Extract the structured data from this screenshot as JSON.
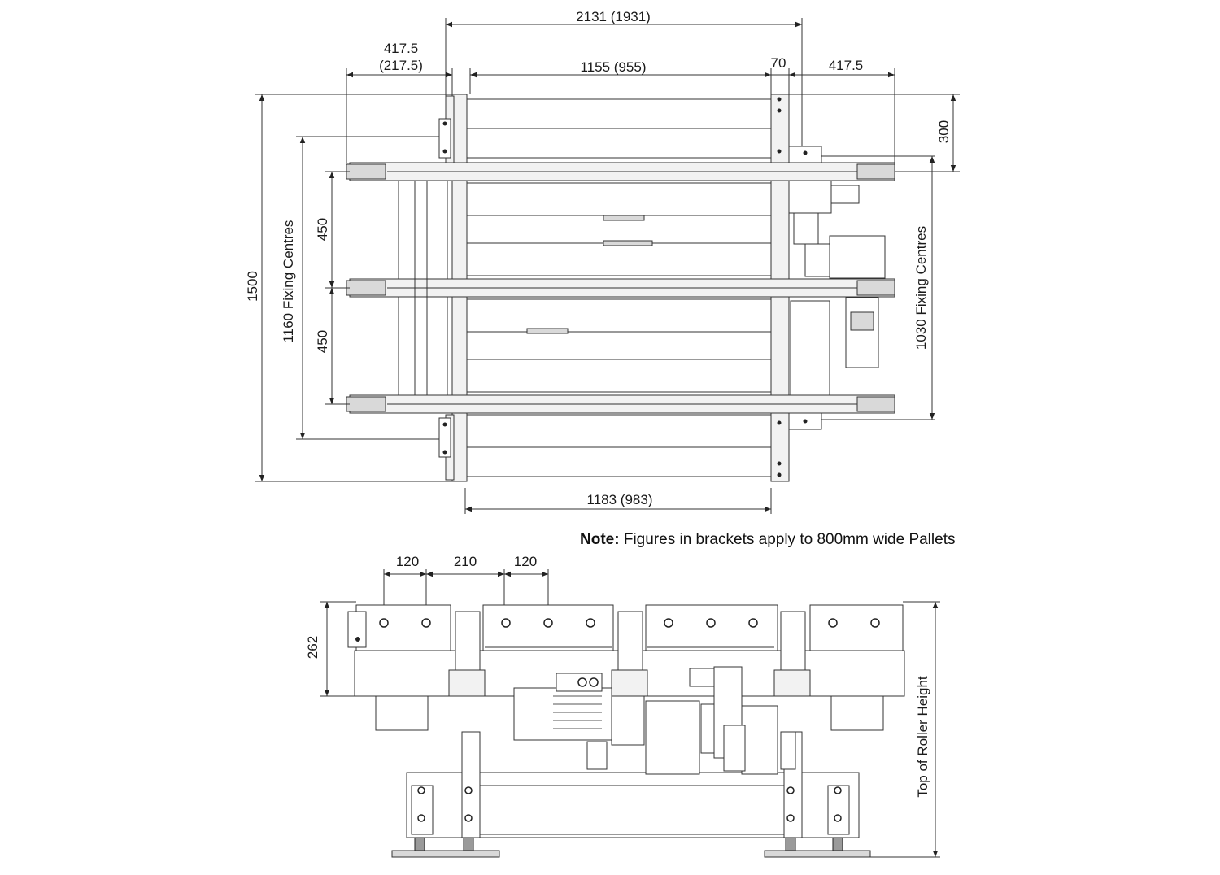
{
  "plan_dims": {
    "overall_width": "2131 (1931)",
    "left_offset_line1": "417.5",
    "left_offset_line2": "(217.5)",
    "inner_top": "1155 (955)",
    "channel_width": "70",
    "right_offset": "417.5",
    "right_height": "300",
    "overall_length": "1500",
    "left_fixing": "1160 Fixing Centres",
    "chain_pitch_upper": "450",
    "chain_pitch_lower": "450",
    "right_fixing": "1030 Fixing Centres",
    "bottom_width": "1183 (983)"
  },
  "note": {
    "label": "Note:",
    "text": " Figures in brackets apply to 800mm wide Pallets"
  },
  "elevation_dims": {
    "spacing_a": "120",
    "spacing_b": "210",
    "spacing_c": "120",
    "height": "262",
    "roller_height": "Top of Roller Height"
  }
}
